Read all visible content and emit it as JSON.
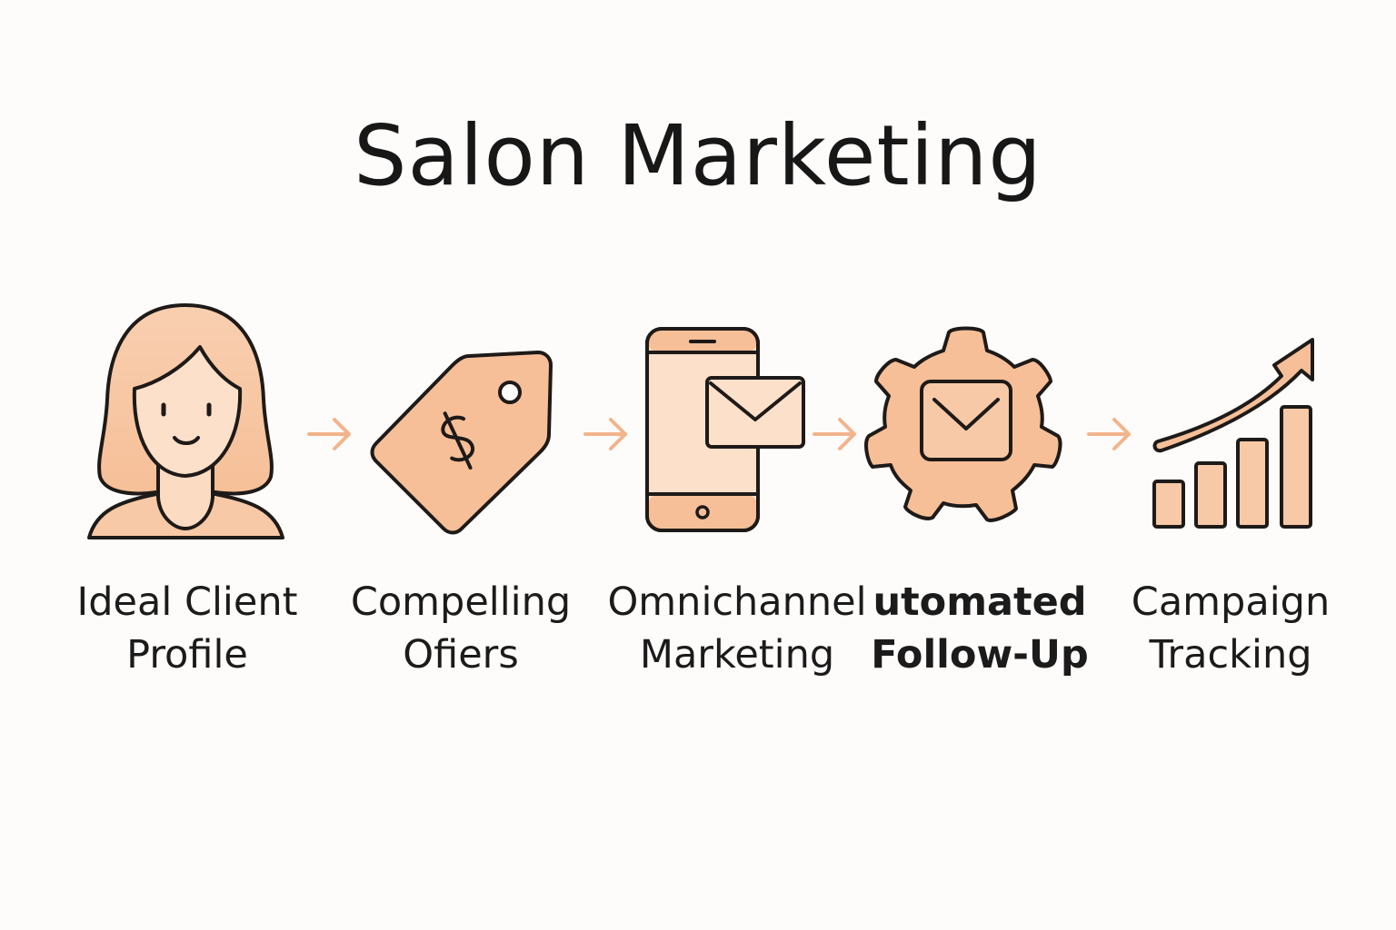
{
  "title": "Salon Marketing",
  "colors": {
    "fill_peach": "#f8c9a6",
    "fill_light": "#fde0c9",
    "stroke": "#1e1a18",
    "arrow": "#f3b48c",
    "background": "#fefcfa"
  },
  "steps": [
    {
      "icon": "woman-avatar-icon",
      "label_line1": "Ideal Client",
      "label_line2": "Profile"
    },
    {
      "icon": "price-tag-dollar-icon",
      "label_line1": "Compelling",
      "label_line2": "Ofiers"
    },
    {
      "icon": "phone-envelope-icon",
      "label_line1": "Omnichannel",
      "label_line2": "Marketing"
    },
    {
      "icon": "gear-envelope-icon",
      "label_line1": "utomated",
      "label_line2": "Follow-Up"
    },
    {
      "icon": "growth-chart-icon",
      "label_line1": "Campaign",
      "label_line2": "Tracking"
    }
  ],
  "connectors": [
    "arrow-right-icon",
    "arrow-right-icon",
    "arrow-right-icon",
    "arrow-right-icon"
  ]
}
